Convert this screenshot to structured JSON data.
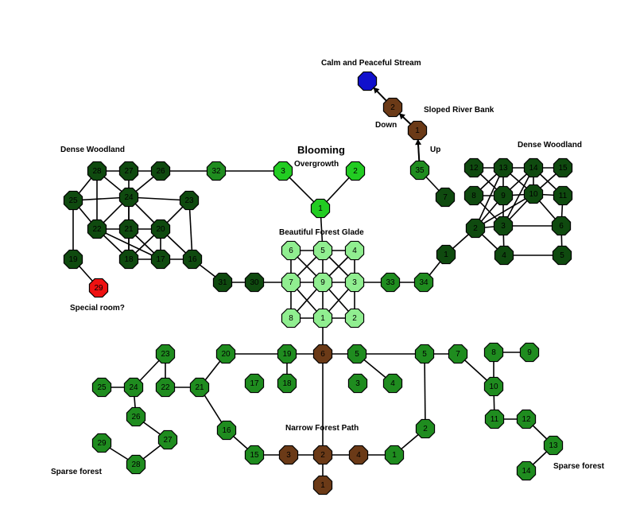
{
  "colors": {
    "dense": "#0f4a0f",
    "medium": "#1f8c1f",
    "light": "#90ee90",
    "bright": "#22cc22",
    "brown": "#6b3a17",
    "red": "#ee1111",
    "blue": "#1010cc",
    "line": "#000000"
  },
  "labels": {
    "calm_stream": "Calm and Peaceful Stream",
    "sloped_bank": "Sloped River Bank",
    "down": "Down",
    "up": "Up",
    "dense_woodland_left": "Dense Woodland",
    "dense_woodland_right": "Dense Woodland",
    "blooming_1": "Blooming",
    "blooming_2": "Overgrowth",
    "forest_glade": "Beautiful Forest Glade",
    "special_room": "Special room?",
    "narrow_path": "Narrow Forest Path",
    "sparse_forest_left": "Sparse forest",
    "sparse_forest_right": "Sparse forest"
  },
  "rooms": [
    {
      "id": "blue",
      "label": "",
      "fill": "blue"
    },
    {
      "id": "b2",
      "label": "2",
      "fill": "brown"
    },
    {
      "id": "b1",
      "label": "1",
      "fill": "brown"
    },
    {
      "id": "g35",
      "label": "35",
      "fill": "medium"
    },
    {
      "id": "w28",
      "label": "28",
      "fill": "dense"
    },
    {
      "id": "w27",
      "label": "27",
      "fill": "dense"
    },
    {
      "id": "w26",
      "label": "26",
      "fill": "dense"
    },
    {
      "id": "w32",
      "label": "32",
      "fill": "medium"
    },
    {
      "id": "w25",
      "label": "25",
      "fill": "dense"
    },
    {
      "id": "w24",
      "label": "24",
      "fill": "dense"
    },
    {
      "id": "w23",
      "label": "23",
      "fill": "dense"
    },
    {
      "id": "w22",
      "label": "22",
      "fill": "dense"
    },
    {
      "id": "w21",
      "label": "21",
      "fill": "dense"
    },
    {
      "id": "w20",
      "label": "20",
      "fill": "dense"
    },
    {
      "id": "w19",
      "label": "19",
      "fill": "dense"
    },
    {
      "id": "w18",
      "label": "18",
      "fill": "dense"
    },
    {
      "id": "w17",
      "label": "17",
      "fill": "dense"
    },
    {
      "id": "w16",
      "label": "16",
      "fill": "dense"
    },
    {
      "id": "red29",
      "label": "29",
      "fill": "red"
    },
    {
      "id": "w31",
      "label": "31",
      "fill": "dense"
    },
    {
      "id": "w30",
      "label": "30",
      "fill": "dense"
    },
    {
      "id": "o3",
      "label": "3",
      "fill": "bright"
    },
    {
      "id": "o2",
      "label": "2",
      "fill": "bright"
    },
    {
      "id": "o1",
      "label": "1",
      "fill": "bright"
    },
    {
      "id": "gl6",
      "label": "6",
      "fill": "light"
    },
    {
      "id": "gl5",
      "label": "5",
      "fill": "light"
    },
    {
      "id": "gl4",
      "label": "4",
      "fill": "light"
    },
    {
      "id": "gl7",
      "label": "7",
      "fill": "light"
    },
    {
      "id": "gl9",
      "label": "9",
      "fill": "light"
    },
    {
      "id": "gl3",
      "label": "3",
      "fill": "light"
    },
    {
      "id": "gl8",
      "label": "8",
      "fill": "light"
    },
    {
      "id": "gl1",
      "label": "1",
      "fill": "light"
    },
    {
      "id": "gl2",
      "label": "2",
      "fill": "light"
    },
    {
      "id": "m33",
      "label": "33",
      "fill": "medium"
    },
    {
      "id": "m34",
      "label": "34",
      "fill": "medium"
    },
    {
      "id": "r12",
      "label": "12",
      "fill": "dense"
    },
    {
      "id": "r13",
      "label": "13",
      "fill": "dense"
    },
    {
      "id": "r14",
      "label": "14",
      "fill": "dense"
    },
    {
      "id": "r15",
      "label": "15",
      "fill": "dense"
    },
    {
      "id": "r7",
      "label": "7",
      "fill": "dense"
    },
    {
      "id": "r8",
      "label": "8",
      "fill": "dense"
    },
    {
      "id": "r9",
      "label": "9",
      "fill": "dense"
    },
    {
      "id": "r10",
      "label": "10",
      "fill": "dense"
    },
    {
      "id": "r11",
      "label": "11",
      "fill": "dense"
    },
    {
      "id": "r2",
      "label": "2",
      "fill": "dense"
    },
    {
      "id": "r3",
      "label": "3",
      "fill": "dense"
    },
    {
      "id": "r6",
      "label": "6",
      "fill": "dense"
    },
    {
      "id": "r1",
      "label": "1",
      "fill": "dense"
    },
    {
      "id": "r4",
      "label": "4",
      "fill": "dense"
    },
    {
      "id": "r5",
      "label": "5",
      "fill": "dense"
    },
    {
      "id": "s23",
      "label": "23",
      "fill": "medium"
    },
    {
      "id": "s20",
      "label": "20",
      "fill": "medium"
    },
    {
      "id": "s19",
      "label": "19",
      "fill": "medium"
    },
    {
      "id": "p6",
      "label": "6",
      "fill": "brown"
    },
    {
      "id": "s5a",
      "label": "5",
      "fill": "medium"
    },
    {
      "id": "s5b",
      "label": "5",
      "fill": "medium"
    },
    {
      "id": "s7",
      "label": "7",
      "fill": "medium"
    },
    {
      "id": "s8",
      "label": "8",
      "fill": "medium"
    },
    {
      "id": "s9",
      "label": "9",
      "fill": "medium"
    },
    {
      "id": "s25",
      "label": "25",
      "fill": "medium"
    },
    {
      "id": "s24",
      "label": "24",
      "fill": "medium"
    },
    {
      "id": "s22",
      "label": "22",
      "fill": "medium"
    },
    {
      "id": "s21",
      "label": "21",
      "fill": "medium"
    },
    {
      "id": "s17",
      "label": "17",
      "fill": "medium"
    },
    {
      "id": "s18",
      "label": "18",
      "fill": "medium"
    },
    {
      "id": "s3",
      "label": "3",
      "fill": "medium"
    },
    {
      "id": "s4",
      "label": "4",
      "fill": "medium"
    },
    {
      "id": "s10",
      "label": "10",
      "fill": "medium"
    },
    {
      "id": "s26",
      "label": "26",
      "fill": "medium"
    },
    {
      "id": "s11",
      "label": "11",
      "fill": "medium"
    },
    {
      "id": "s12",
      "label": "12",
      "fill": "medium"
    },
    {
      "id": "s16",
      "label": "16",
      "fill": "medium"
    },
    {
      "id": "s2",
      "label": "2",
      "fill": "medium"
    },
    {
      "id": "s27",
      "label": "27",
      "fill": "medium"
    },
    {
      "id": "s13",
      "label": "13",
      "fill": "medium"
    },
    {
      "id": "s29",
      "label": "29",
      "fill": "medium"
    },
    {
      "id": "s28",
      "label": "28",
      "fill": "medium"
    },
    {
      "id": "s15",
      "label": "15",
      "fill": "medium"
    },
    {
      "id": "p3",
      "label": "3",
      "fill": "brown"
    },
    {
      "id": "p2",
      "label": "2",
      "fill": "brown"
    },
    {
      "id": "p4",
      "label": "4",
      "fill": "brown"
    },
    {
      "id": "s1",
      "label": "1",
      "fill": "medium"
    },
    {
      "id": "s14",
      "label": "14",
      "fill": "medium"
    },
    {
      "id": "p1",
      "label": "1",
      "fill": "brown"
    }
  ]
}
